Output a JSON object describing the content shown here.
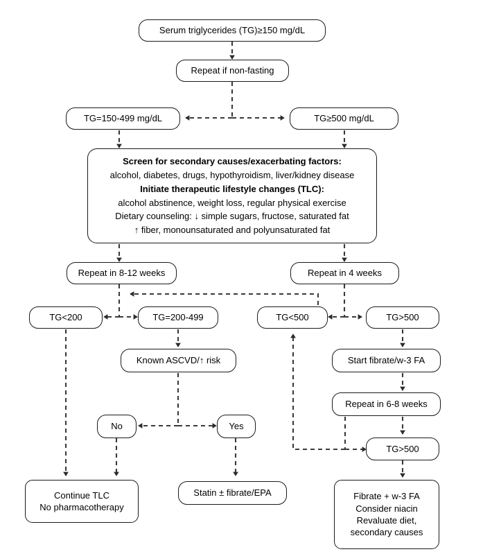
{
  "diagram": {
    "title": "Hypertriglyceridemia management algorithm",
    "line_color": "#333333",
    "box_border_color": "#1a1a1a",
    "background": "#ffffff"
  },
  "nodes": {
    "serum_tg": {
      "lines": [
        "Serum triglycerides (TG)≥150 mg/dL"
      ]
    },
    "repeat_nonfasting": {
      "lines": [
        "Repeat if non-fasting"
      ]
    },
    "tg_150_499": {
      "lines": [
        "TG=150-499 mg/dL"
      ]
    },
    "tg_ge_500": {
      "lines": [
        "TG≥500 mg/dL"
      ]
    },
    "screen_box": {
      "lines": [
        "Screen for secondary causes/exacerbating factors:",
        "alcohol, diabetes, drugs, hypothyroidism, liver/kidney disease",
        "Initiate therapeutic lifestyle changes (TLC):",
        "alcohol abstinence, weight loss, regular physical exercise",
        "Dietary counseling: ↓ simple sugars, fructose, saturated fat",
        "↑ fiber, monounsaturated and polyunsaturated fat"
      ],
      "bold_lines": [
        0,
        2
      ]
    },
    "repeat_8_12": {
      "lines": [
        "Repeat in 8-12 weeks"
      ]
    },
    "repeat_4": {
      "lines": [
        "Repeat in 4 weeks"
      ]
    },
    "tg_lt_200": {
      "lines": [
        "TG<200"
      ]
    },
    "tg_200_499": {
      "lines": [
        "TG=200-499"
      ]
    },
    "tg_lt_500": {
      "lines": [
        "TG<500"
      ]
    },
    "tg_gt_500_top": {
      "lines": [
        "TG>500"
      ]
    },
    "known_ascvd": {
      "lines": [
        "Known ASCVD/↑ risk"
      ]
    },
    "start_fibrate": {
      "lines": [
        "Start fibrate/w-3 FA"
      ]
    },
    "repeat_6_8": {
      "lines": [
        "Repeat in 6-8 weeks"
      ]
    },
    "answer_no": {
      "lines": [
        "No"
      ]
    },
    "answer_yes": {
      "lines": [
        "Yes"
      ]
    },
    "tg_gt_500_bottom": {
      "lines": [
        "TG>500"
      ]
    },
    "continue_tlc": {
      "lines": [
        "Continue TLC",
        "No pharmacotherapy"
      ]
    },
    "statin": {
      "lines": [
        "Statin ± fibrate/EPA"
      ]
    },
    "fibrate_combo": {
      "lines": [
        "Fibrate + w-3 FA",
        "Consider niacin",
        "Revaluate diet,",
        "secondary causes"
      ]
    }
  }
}
